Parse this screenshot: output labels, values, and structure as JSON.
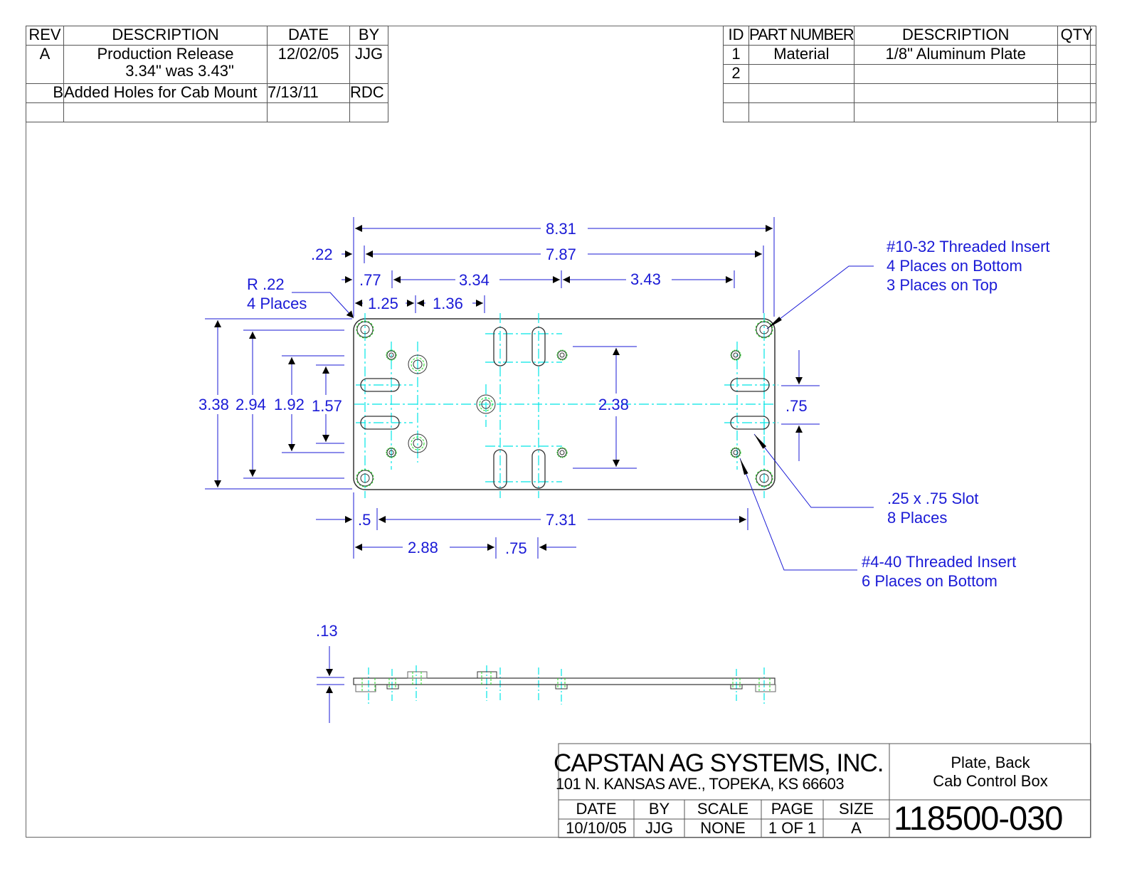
{
  "revision_block": {
    "headers": [
      "REV",
      "DESCRIPTION",
      "DATE",
      "BY"
    ],
    "rows": [
      {
        "rev": "A",
        "description": "Production Release",
        "description_line2": "3.34\" was 3.43\"",
        "date": "12/02/05",
        "by": "JJG"
      },
      {
        "rev": "B",
        "description": "Added Holes for Cab Mount",
        "description_line2": "",
        "date": "7/13/11",
        "by": "RDC"
      },
      {
        "rev": "",
        "description": "",
        "description_line2": "",
        "date": "",
        "by": ""
      }
    ]
  },
  "parts_list": {
    "headers": [
      "ID",
      "PART NUMBER",
      "DESCRIPTION",
      "QTY"
    ],
    "rows": [
      {
        "id": "1",
        "part_number": "Material",
        "description": "1/8\" Aluminum Plate",
        "qty": ""
      },
      {
        "id": "2",
        "part_number": "",
        "description": "",
        "qty": ""
      },
      {
        "id": "",
        "part_number": "",
        "description": "",
        "qty": ""
      },
      {
        "id": "",
        "part_number": "",
        "description": "",
        "qty": ""
      }
    ]
  },
  "dimensions": {
    "overall_length": "8.31",
    "hole_span_length": "7.87",
    "edge_to_hole": ".22",
    "edge_offset_a": ".77",
    "span_a": "3.34",
    "span_b": "3.43",
    "offset_125": "1.25",
    "offset_136": "1.36",
    "overall_height": "3.38",
    "height_294": "2.94",
    "height_192": "1.92",
    "height_157": "1.57",
    "height_238": "2.38",
    "slot_spacing": ".75",
    "bottom_edge_offset": ".5",
    "bottom_span": "7.31",
    "bottom_288": "2.88",
    "bottom_075": ".75",
    "thickness": ".13"
  },
  "callouts": {
    "radius": {
      "line1": "R .22",
      "line2": "4 Places"
    },
    "insert_10_32": {
      "line1": "#10-32 Threaded Insert",
      "line2": "4 Places on Bottom",
      "line3": "3 Places on Top"
    },
    "slot": {
      "line1": ".25 x .75 Slot",
      "line2": "8 Places"
    },
    "insert_4_40": {
      "line1": "#4-40 Threaded Insert",
      "line2": "6 Places on Bottom"
    }
  },
  "title_block": {
    "company": "CAPSTAN AG SYSTEMS, INC.",
    "address": "101 N. KANSAS AVE., TOPEKA, KS 66603",
    "title_line1": "Plate, Back",
    "title_line2": "Cab Control Box",
    "labels": {
      "date": "DATE",
      "by": "BY",
      "scale": "SCALE",
      "page": "PAGE",
      "size": "SIZE"
    },
    "values": {
      "date": "10/10/05",
      "by": "JJG",
      "scale": "NONE",
      "page": "1 OF 1",
      "size": "A"
    },
    "drawing_number": "118500-030"
  },
  "colors": {
    "dimension": "#1a1ad6",
    "centerline": "#00e5e5",
    "hidden_thread": "#22dd22",
    "geometry": "#333333"
  }
}
